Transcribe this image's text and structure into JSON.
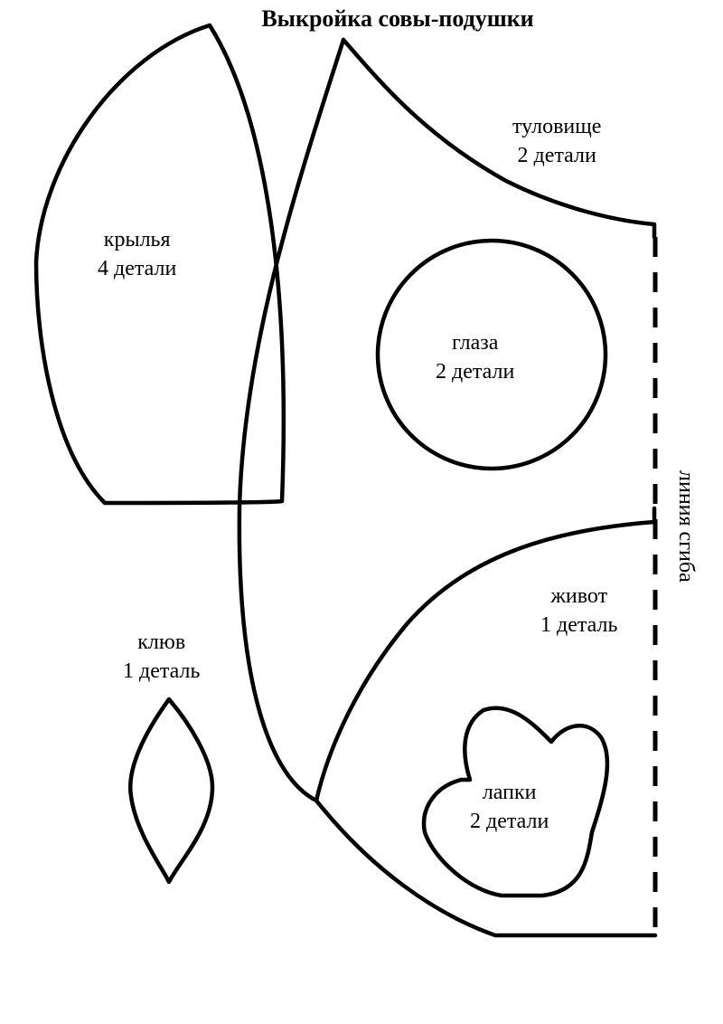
{
  "title": "Выкройка совы-подушки",
  "pieces": {
    "wings": {
      "name": "крылья",
      "count": "4 детали"
    },
    "body": {
      "name": "туловище",
      "count": "2 детали"
    },
    "eyes": {
      "name": "глаза",
      "count": "2 детали"
    },
    "belly": {
      "name": "живот",
      "count": "1 деталь"
    },
    "feet": {
      "name": "лапки",
      "count": "2 детали"
    },
    "beak": {
      "name": "клюв",
      "count": "1 деталь"
    }
  },
  "fold_line": "линия сгиба",
  "colors": {
    "line": "#000000",
    "background": "#ffffff"
  }
}
